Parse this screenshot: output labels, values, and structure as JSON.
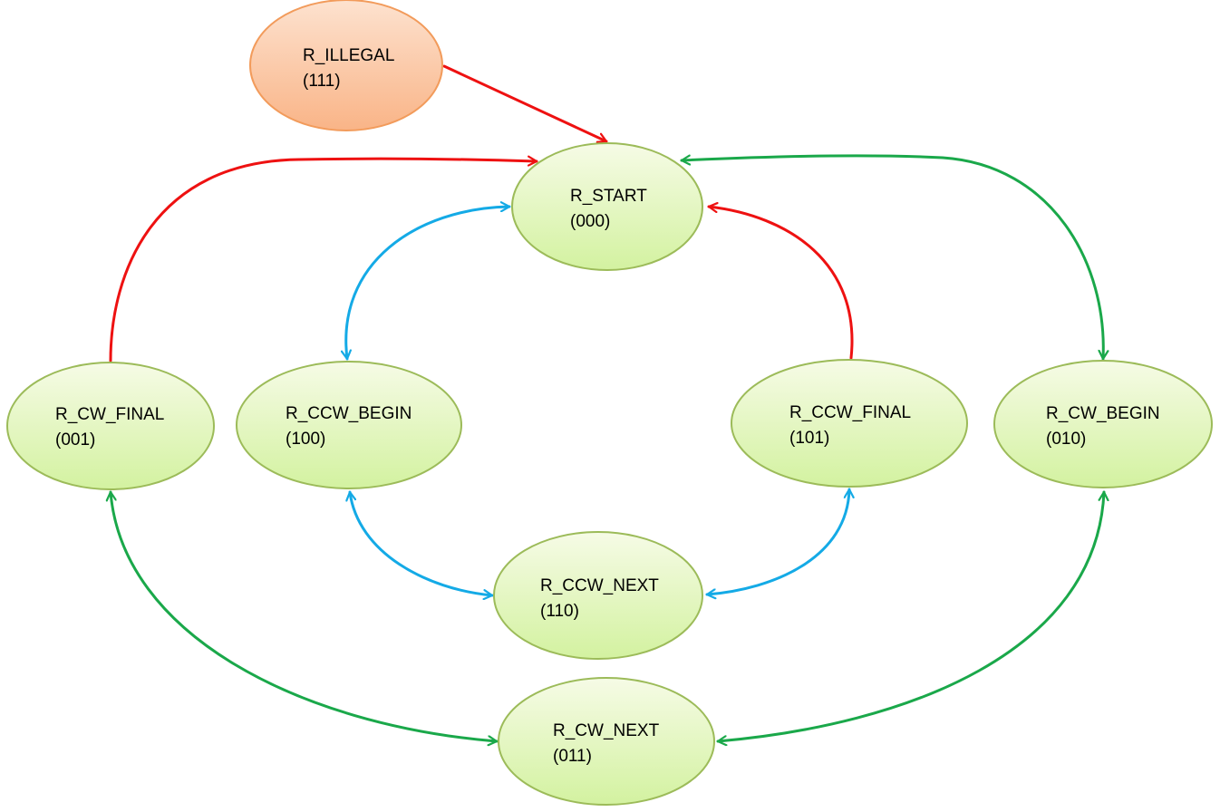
{
  "diagram": {
    "states": [
      {
        "id": "illegal",
        "name": "R_ILLEGAL",
        "code": "(111)",
        "kind": "error"
      },
      {
        "id": "start",
        "name": "R_START",
        "code": "(000)",
        "kind": "normal"
      },
      {
        "id": "cw_final",
        "name": "R_CW_FINAL",
        "code": "(001)",
        "kind": "normal"
      },
      {
        "id": "ccw_begin",
        "name": "R_CCW_BEGIN",
        "code": "(100)",
        "kind": "normal"
      },
      {
        "id": "ccw_final",
        "name": "R_CCW_FINAL",
        "code": "(101)",
        "kind": "normal"
      },
      {
        "id": "cw_begin",
        "name": "R_CW_BEGIN",
        "code": "(010)",
        "kind": "normal"
      },
      {
        "id": "ccw_next",
        "name": "R_CCW_NEXT",
        "code": "(110)",
        "kind": "normal"
      },
      {
        "id": "cw_next",
        "name": "R_CW_NEXT",
        "code": "(011)",
        "kind": "normal"
      }
    ],
    "transitions": [
      {
        "id": "illegal-start",
        "from": "illegal",
        "to": "start",
        "color": "red",
        "bidirectional": false
      },
      {
        "id": "cwfinal-start",
        "from": "cw_final",
        "to": "start",
        "color": "red",
        "bidirectional": false
      },
      {
        "id": "ccwfinal-start",
        "from": "ccw_final",
        "to": "start",
        "color": "red",
        "bidirectional": false
      },
      {
        "id": "start-cwbegin",
        "from": "start",
        "to": "cw_begin",
        "color": "green",
        "bidirectional": true
      },
      {
        "id": "start-ccwbegin",
        "from": "start",
        "to": "ccw_begin",
        "color": "blue",
        "bidirectional": true
      },
      {
        "id": "ccwbegin-ccwnext",
        "from": "ccw_begin",
        "to": "ccw_next",
        "color": "blue",
        "bidirectional": true
      },
      {
        "id": "ccwnext-ccwfinal",
        "from": "ccw_next",
        "to": "ccw_final",
        "color": "blue",
        "bidirectional": true
      },
      {
        "id": "cwfinal-cwnext",
        "from": "cw_final",
        "to": "cw_next",
        "color": "green",
        "bidirectional": true
      },
      {
        "id": "cwnext-cwbegin",
        "from": "cw_next",
        "to": "cw_begin",
        "color": "green",
        "bidirectional": true
      }
    ],
    "colors": {
      "red": "#ee1111",
      "green": "#1aa84a",
      "blue": "#14aae6",
      "node_fill_top": "#f6fbe6",
      "node_fill_bottom": "#d3f2a0",
      "node_stroke": "#9cbb59",
      "error_fill_top": "#fde2cf",
      "error_fill_bottom": "#f9b487",
      "error_stroke": "#f29b5b"
    }
  }
}
